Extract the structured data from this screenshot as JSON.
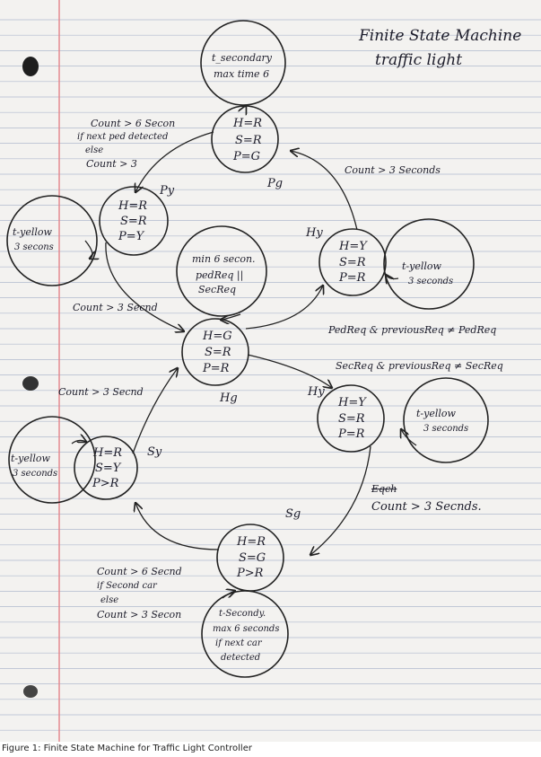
{
  "title": [
    "Finite State Machine",
    "traffic light"
  ],
  "caption": "Figure 1: Finite State Machine for Traffic Light Controller",
  "states": {
    "pg": {
      "lines": [
        "H=R",
        "S=R",
        "P=G"
      ],
      "label": "Pg"
    },
    "py": {
      "lines": [
        "H=R",
        "S=R",
        "P=Y"
      ],
      "label": "Py"
    },
    "hy1": {
      "lines": [
        "H=Y",
        "S=R",
        "P=R"
      ],
      "label": "Hy"
    },
    "hg": {
      "lines": [
        "H=G",
        "S=R",
        "P=R"
      ],
      "label": "Hg"
    },
    "hy2": {
      "lines": [
        "H=Y",
        "S=R",
        "P=R"
      ],
      "label": "Hy"
    },
    "sy": {
      "lines": [
        "H=R",
        "S=Y",
        "P>R"
      ],
      "label": "Sy"
    },
    "sg": {
      "lines": [
        "H=R",
        "S=G",
        "P>R"
      ],
      "label": "Sg"
    }
  },
  "bubbles": {
    "top": [
      "t_secondary",
      "max time 6"
    ],
    "py_loop": [
      "t-yellow",
      "3 secons"
    ],
    "hy1_loop": [
      "t-yellow",
      "3 seconds"
    ],
    "hg_loop": [
      "min 6 secon.",
      "pedReq ||",
      "SecReq"
    ],
    "hy2_loop": [
      "t-yellow",
      "3 seconds"
    ],
    "sy_loop": [
      "t-yellow",
      "3 seconds"
    ],
    "sg_loop": [
      "t-Secondy.",
      "max 6 seconds",
      "if next car",
      "detected"
    ]
  },
  "conditions": {
    "pg_to_py": [
      "Count > 6 Secon",
      "if next ped detected",
      "else",
      "Count > 3"
    ],
    "hy1_to_pg": "Count > 3 Seconds",
    "py_to_hg": "Count > 3 Secnd",
    "hg_to_hy1": "PedReq & previousReq ≠ PedReq",
    "hg_to_hy2": "SecReq & previousReq ≠ SecReq",
    "sy_to_hg": "Count > 3 Secnd",
    "hy2_to_sg_strike": "Eqch",
    "hy2_to_sg": "Count > 3 Secnds.",
    "sg_to_sy": [
      "Count > 6 Secnd",
      "if Second car",
      "else",
      "Count > 3 Secon"
    ]
  }
}
